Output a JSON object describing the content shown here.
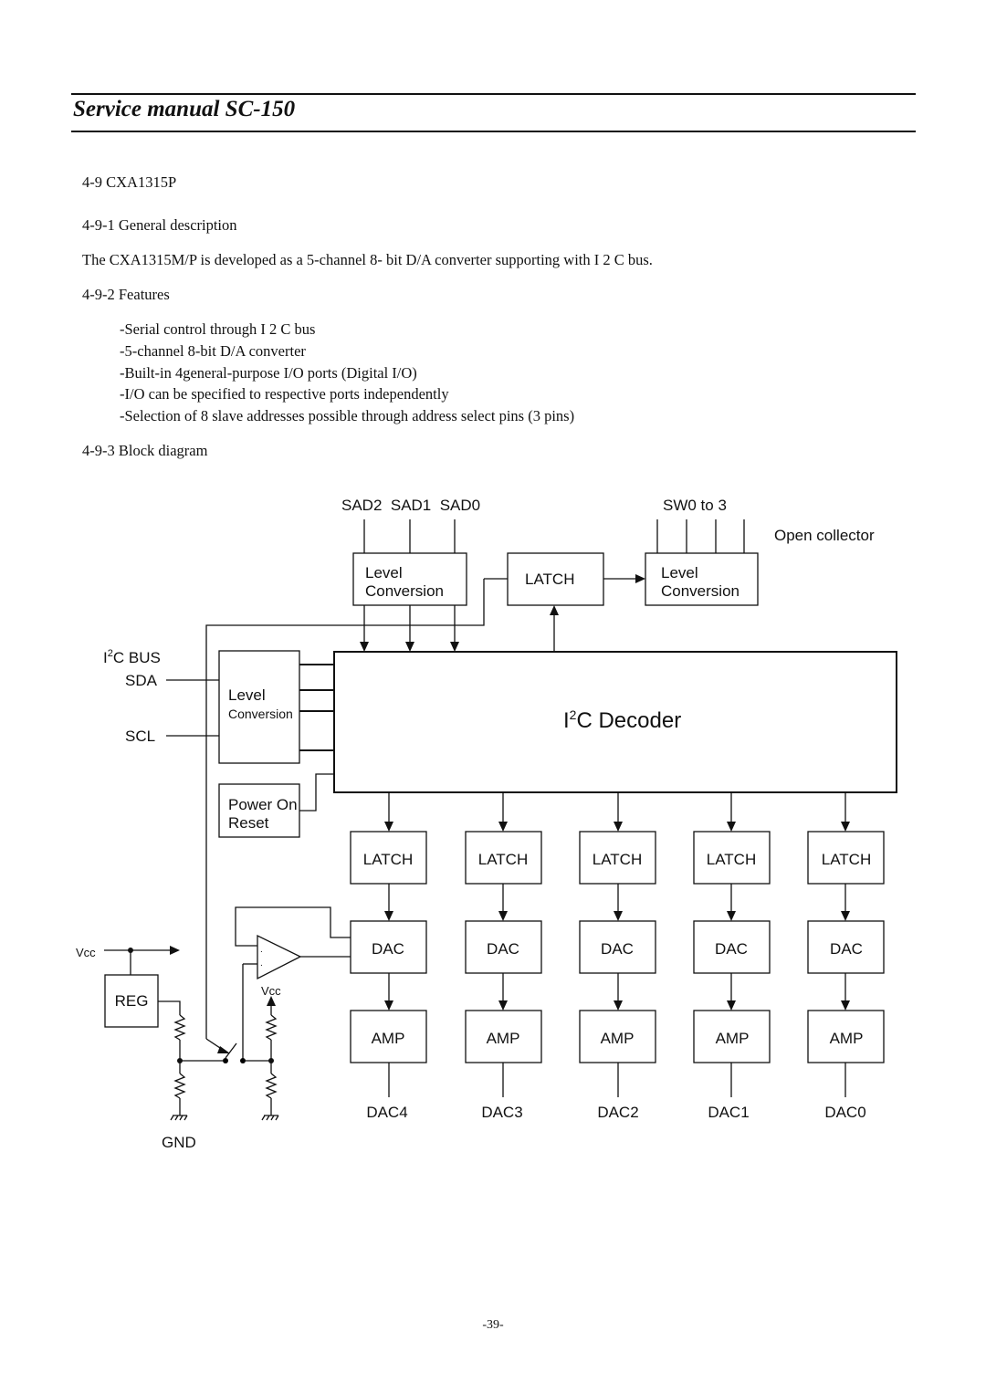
{
  "header": {
    "title": "Service manual SC-150"
  },
  "section": {
    "heading": "4-9 CXA1315P",
    "general_heading": "4-9-1 General description",
    "description": "The CXA1315M/P is developed as a 5-channel 8- bit D/A converter supporting with I 2 C bus.",
    "features_heading": "4-9-2 Features",
    "features": [
      "-Serial control through I 2 C bus",
      "-5-channel 8-bit D/A converter",
      "-Built-in 4general-purpose I/O ports (Digital I/O)",
      "-I/O can be specified to respective ports independently",
      "-Selection of 8 slave addresses possible through address select pins (3 pins)"
    ],
    "block_heading": "4-9-3 Block diagram"
  },
  "diagram": {
    "sad_labels": "SAD2  SAD1  SAD0",
    "sw_label": "SW0 to 3",
    "open_collector": "Open collector",
    "level": "Level",
    "conversion": "Conversion",
    "latch": "LATCH",
    "i2c_bus_i": "I",
    "i2c_bus_sup": "2",
    "i2c_bus_rest": "C BUS",
    "sda": "SDA",
    "scl": "SCL",
    "decoder_i": "I",
    "decoder_sup": "2",
    "decoder_rest": "C Decoder",
    "power_on": "Power On",
    "reset": "Reset",
    "vcc": "Vcc",
    "reg": "REG",
    "gnd": "GND",
    "dac": "DAC",
    "amp": "AMP",
    "outputs": [
      "DAC4",
      "DAC3",
      "DAC2",
      "DAC1",
      "DAC0"
    ]
  },
  "page_number": "-39-"
}
